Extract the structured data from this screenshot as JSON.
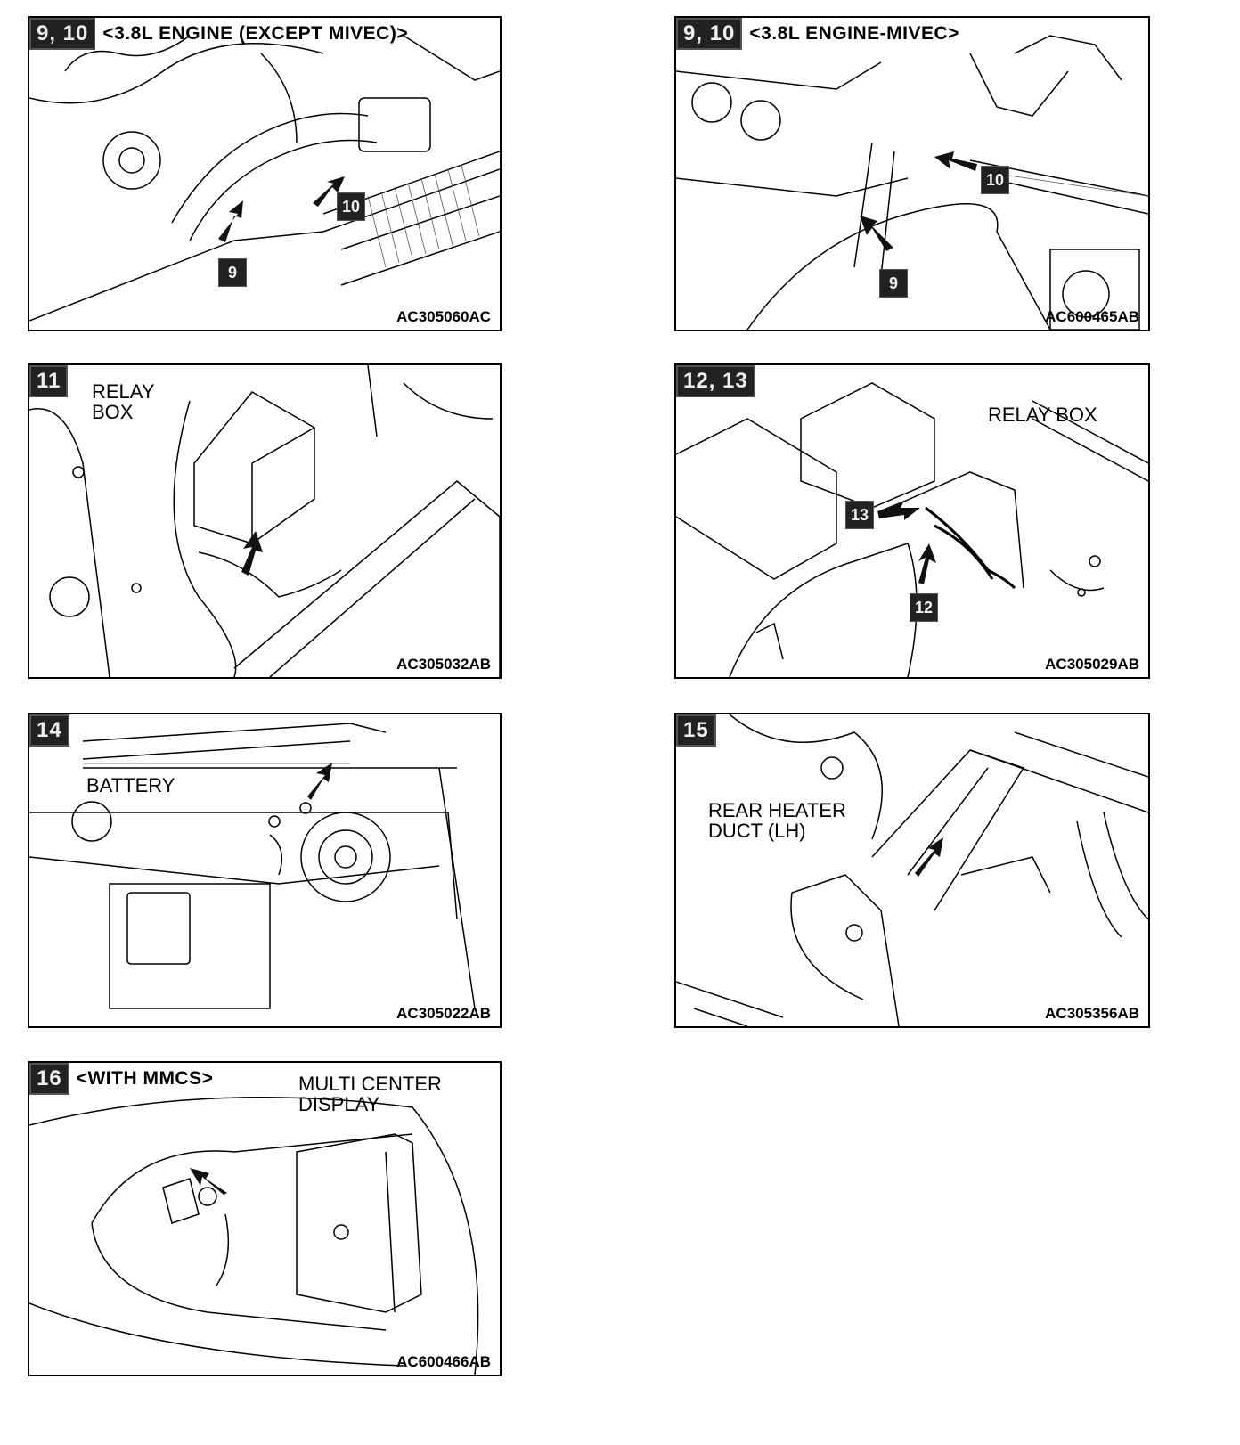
{
  "panels": [
    {
      "id": "p1",
      "badge": "9, 10",
      "caption": "<3.8L ENGINE (EXCEPT MIVEC)>",
      "code": "AC305060AC",
      "callouts": [
        "9",
        "10"
      ]
    },
    {
      "id": "p2",
      "badge": "9, 10",
      "caption": "<3.8L ENGINE-MIVEC>",
      "code": "AC600465AB",
      "callouts": [
        "9",
        "10"
      ]
    },
    {
      "id": "p3",
      "badge": "11",
      "label": "RELAY\nBOX",
      "code": "AC305032AB"
    },
    {
      "id": "p4",
      "badge": "12, 13",
      "label": "RELAY BOX",
      "code": "AC305029AB",
      "callouts": [
        "13",
        "12"
      ]
    },
    {
      "id": "p5",
      "badge": "14",
      "label": "BATTERY",
      "code": "AC305022AB"
    },
    {
      "id": "p6",
      "badge": "15",
      "label": "REAR HEATER\nDUCT (LH)",
      "code": "AC305356AB"
    },
    {
      "id": "p7",
      "badge": "16",
      "caption": "<WITH MMCS>",
      "label": "MULTI CENTER\nDISPLAY",
      "code": "AC600466AB"
    }
  ]
}
